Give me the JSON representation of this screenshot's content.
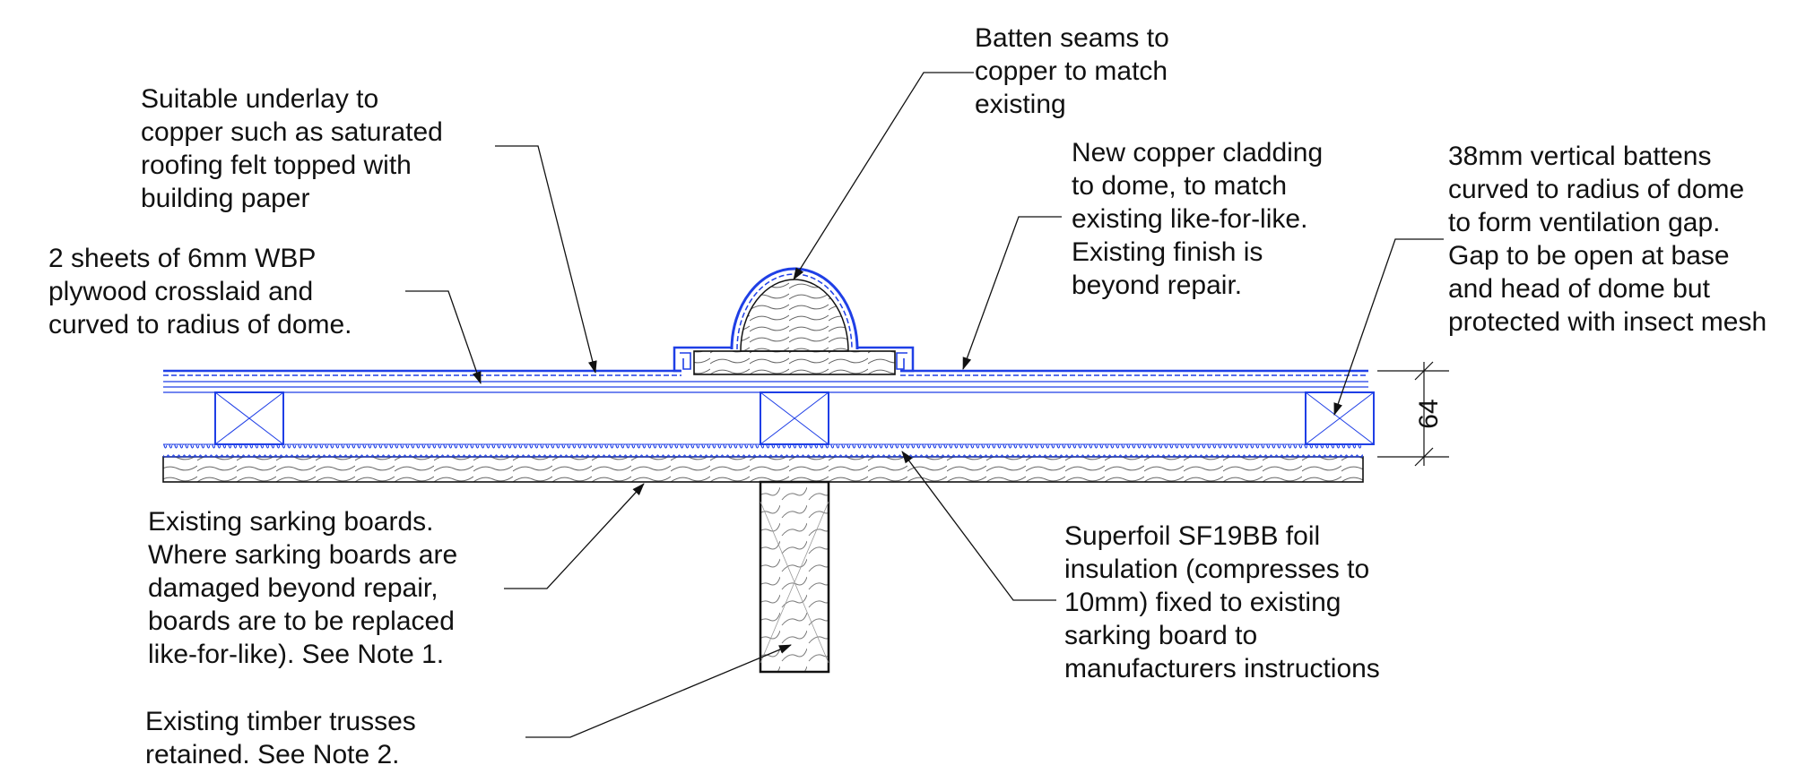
{
  "colors": {
    "cladding": "#1f3fe6",
    "linework": "#111111",
    "hatch": "#555555",
    "background": "#ffffff"
  },
  "callouts": {
    "batten_seams": "Batten seams to\ncopper to match\nexisting",
    "underlay": "Suitable underlay to\ncopper such as saturated\nroofing felt topped with\nbuilding paper",
    "new_copper": "New copper cladding\nto dome, to match\nexisting like-for-like.\nExisting finish is\nbeyond repair.",
    "vertical_battens": "38mm vertical battens\ncurved to radius of dome\nto form ventilation gap.\nGap to be open at base\nand head of dome but\nprotected with insect mesh",
    "plywood": "2 sheets of 6mm WBP\nplywood crosslaid and\ncurved to radius of dome.",
    "sarking_boards": "Existing sarking boards.\nWhere sarking boards are\ndamaged beyond repair,\nboards are to be replaced\nlike-for-like). See Note 1.",
    "superfoil": "Superfoil SF19BB foil\ninsulation (compresses to\n10mm) fixed to existing\nsarking board to\nmanufacturers instructions",
    "timber_trusses": "Existing timber trusses\nretained. See Note 2."
  },
  "dimension": {
    "value": "64"
  }
}
